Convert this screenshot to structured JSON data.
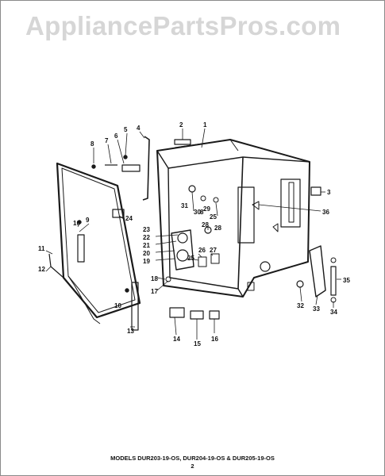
{
  "watermark": "AppliancePartsPros.com",
  "diagram": {
    "callouts": [
      "1",
      "2",
      "3",
      "4",
      "5",
      "6",
      "7",
      "8",
      "9",
      "10",
      "11",
      "12",
      "13",
      "14",
      "15",
      "16",
      "17",
      "18",
      "19",
      "20",
      "21",
      "22",
      "23",
      "24",
      "25",
      "26",
      "27",
      "28",
      "29",
      "30",
      "31",
      "32",
      "33",
      "34",
      "35",
      "36"
    ],
    "extra_labels": {
      "ten_b": "10",
      "eight_b": "8",
      "twenty_five_b": "25",
      "twenty_eight_b": "28"
    }
  },
  "footer": {
    "models": "MODELS DUR203-19-OS, DUR204-19-OS & DUR205-19-OS",
    "page": "2"
  }
}
